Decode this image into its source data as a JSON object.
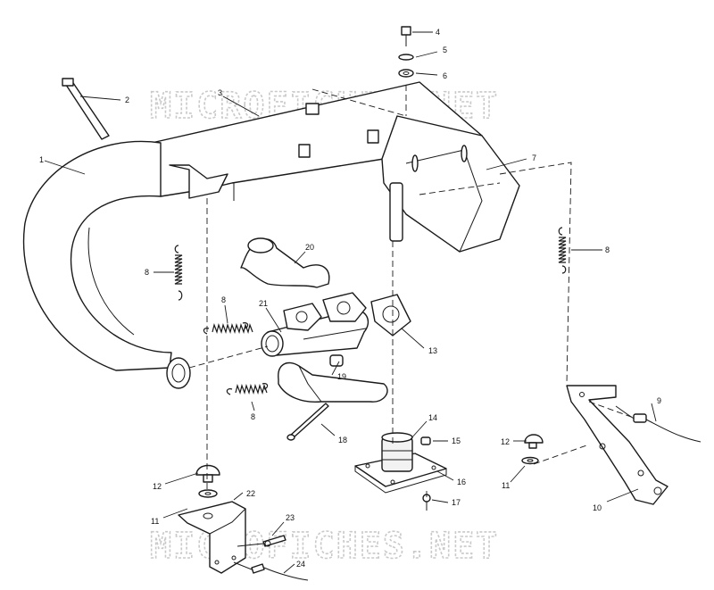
{
  "watermark": "MICROFICHES.NET",
  "callouts": {
    "c1": "1",
    "c2": "2",
    "c3": "3",
    "c4": "4",
    "c5": "5",
    "c6": "6",
    "c7": "7",
    "c8a": "8",
    "c8b": "8",
    "c8c": "8",
    "c8d": "8",
    "c9": "9",
    "c10": "10",
    "c11a": "11",
    "c11b": "11",
    "c12a": "12",
    "c12b": "12",
    "c13": "13",
    "c14": "14",
    "c15": "15",
    "c16": "16",
    "c17": "17",
    "c18": "18",
    "c19": "19",
    "c20": "20",
    "c21": "21",
    "c22": "22",
    "c23": "23",
    "c24": "24"
  }
}
